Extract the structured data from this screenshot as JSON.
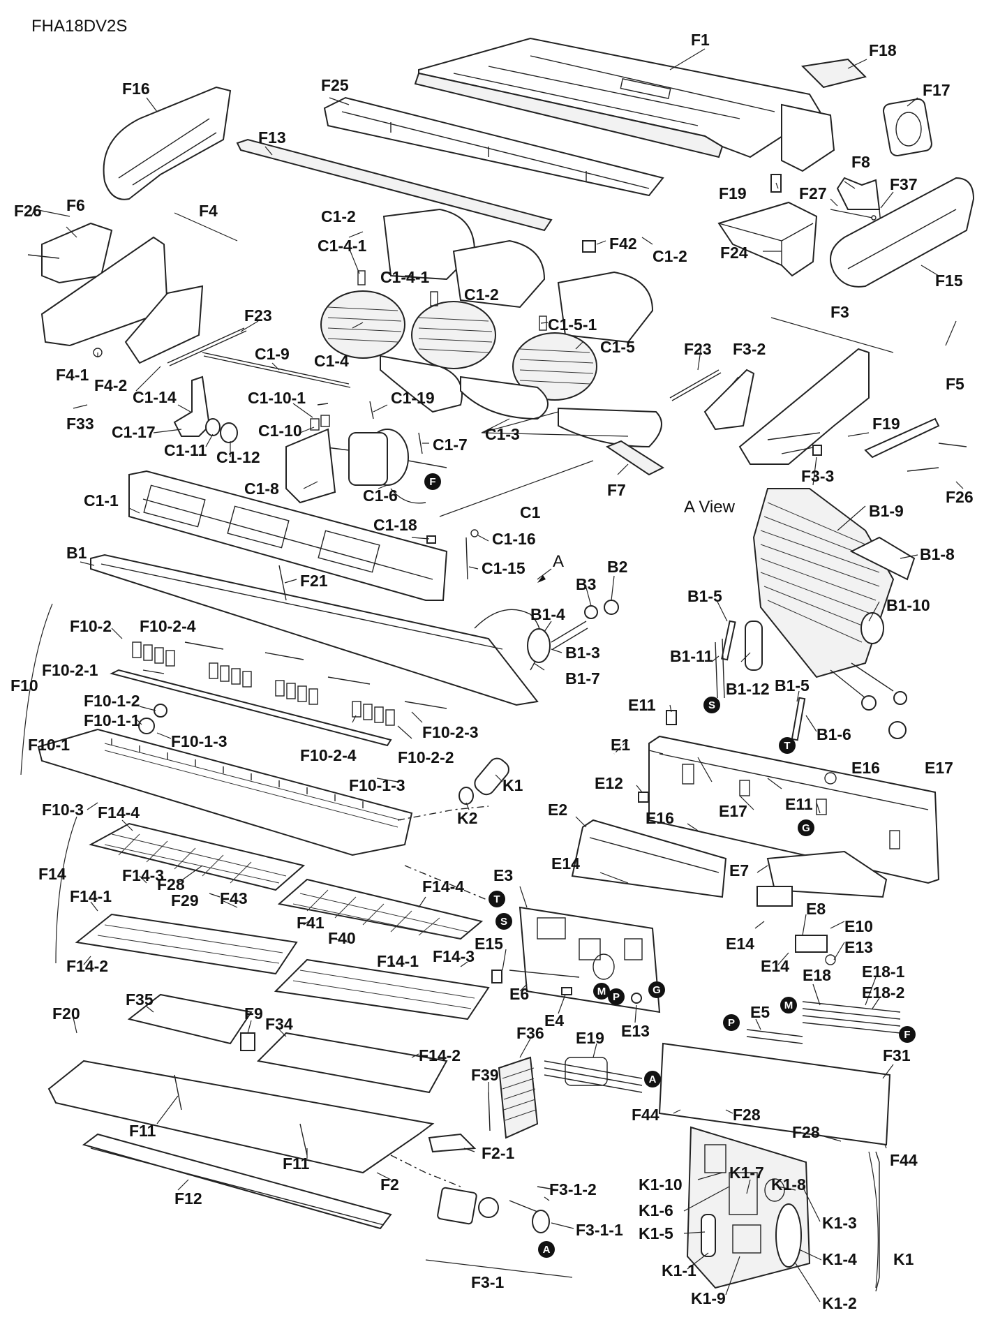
{
  "model": "FHA18DV2S",
  "view_label": "A View",
  "arrow_letter": "A",
  "labels": {
    "F1": "F1",
    "F18": "F18",
    "F17": "F17",
    "F16": "F16",
    "F25": "F25",
    "F13": "F13",
    "F8": "F8",
    "F19a": "F19",
    "F27": "F27",
    "F37": "F37",
    "F24": "F24",
    "F15": "F15",
    "F26a": "F26",
    "F6": "F6",
    "F4": "F4",
    "C1_2a": "C1-2",
    "C1_4_1a": "C1-4-1",
    "F42": "F42",
    "C1_2b": "C1-2",
    "C1_4_1b": "C1-4-1",
    "C1_2c": "C1-2",
    "F23a": "F23",
    "C1_5_1": "C1-5-1",
    "F3": "F3",
    "C1_4": "C1-4",
    "C1_5": "C1-5",
    "F23b": "F23",
    "F3_2": "F3-2",
    "F4_1": "F4-1",
    "F4_2": "F4-2",
    "C1_9": "C1-9",
    "C1_14": "C1-14",
    "C1_10_1": "C1-10-1",
    "C1_19": "C1-19",
    "F33": "F33",
    "C1_17": "C1-17",
    "C1_11": "C1-11",
    "C1_12": "C1-12",
    "C1_10": "C1-10",
    "C1_3": "C1-3",
    "F5": "F5",
    "F19b": "F19",
    "C1_7": "C1-7",
    "C1_8": "C1-8",
    "C1_6": "C1-6",
    "F7": "F7",
    "F3_3": "F3-3",
    "F26b": "F26",
    "C1_1": "C1-1",
    "C1": "C1",
    "B1_9": "B1-9",
    "C1_18": "C1-18",
    "C1_16": "C1-16",
    "B1_8": "B1-8",
    "B1": "B1",
    "F21": "F21",
    "C1_15": "C1-15",
    "B2": "B2",
    "B3": "B3",
    "B1_5a": "B1-5",
    "B1_10": "B1-10",
    "F10_2": "F10-2",
    "F10_2_4a": "F10-2-4",
    "B1_4": "B1-4",
    "B1_11": "B1-11",
    "B1_12": "B1-12",
    "B1_3": "B1-3",
    "F10": "F10",
    "F10_2_1": "F10-2-1",
    "B1_7": "B1-7",
    "B1_5b": "B1-5",
    "F10_1_2": "F10-1-2",
    "E11a": "E11",
    "F10_1_1": "F10-1-1",
    "F10_2_3": "F10-2-3",
    "B1_6": "B1-6",
    "F10_1_3a": "F10-1-3",
    "F10_1": "F10-1",
    "F10_2_4b": "F10-2-4",
    "F10_2_2": "F10-2-2",
    "E1": "E1",
    "E16a": "E16",
    "E17a": "E17",
    "F10_1_3b": "F10-1-3",
    "E12": "E12",
    "K1a": "K1",
    "F10_3": "F10-3",
    "E11b": "E11",
    "E17b": "E17",
    "K2": "K2",
    "E2": "E2",
    "E16b": "E16",
    "F14_4a": "F14-4",
    "F14": "F14",
    "F14_3a": "F14-3",
    "F28a": "F28",
    "E14a": "E14",
    "E3": "E3",
    "E7": "E7",
    "F14_4b": "F14-4",
    "F29": "F29",
    "F43": "F43",
    "E8": "E8",
    "F14_1a": "F14-1",
    "F41": "F41",
    "E10": "E10",
    "F40": "F40",
    "E15": "E15",
    "E14b": "E14",
    "E13a": "E13",
    "F14_2a": "F14-2",
    "F14_1b": "F14-1",
    "F14_3b": "F14-3",
    "E14c": "E14",
    "E18": "E18",
    "E18_1": "E18-1",
    "E6": "E6",
    "E18_2": "E18-2",
    "F35": "F35",
    "F20": "F20",
    "F9": "F9",
    "E4": "E4",
    "E13b": "E13",
    "E5": "E5",
    "F34": "F34",
    "F36": "F36",
    "E19": "E19",
    "F14_2b": "F14-2",
    "F31": "F31",
    "F39": "F39",
    "F44a": "F44",
    "F28b": "F28",
    "F11a": "F11",
    "F28c": "F28",
    "F11b": "F11",
    "F2_1": "F2-1",
    "F44b": "F44",
    "F2": "F2",
    "K1_10": "K1-10",
    "K1_7": "K1-7",
    "K1_8": "K1-8",
    "F12": "F12",
    "F3_1_2": "F3-1-2",
    "K1_6": "K1-6",
    "K1_3": "K1-3",
    "K1_5": "K1-5",
    "F3_1_1": "F3-1-1",
    "K1_4": "K1-4",
    "K1b": "K1",
    "F3_1": "F3-1",
    "K1_1": "K1-1",
    "K1_9": "K1-9",
    "K1_2": "K1-2"
  },
  "connectors": {
    "F_motor": "F",
    "F_e18": "F",
    "S_b1": "S",
    "S_e3": "S",
    "T_b1": "T",
    "T_e3": "T",
    "G_e1": "G",
    "G_e3": "G",
    "M_e3": "M",
    "M_e18": "M",
    "P_e3": "P",
    "P_e5": "P",
    "A_e19": "A",
    "A_f3": "A"
  }
}
